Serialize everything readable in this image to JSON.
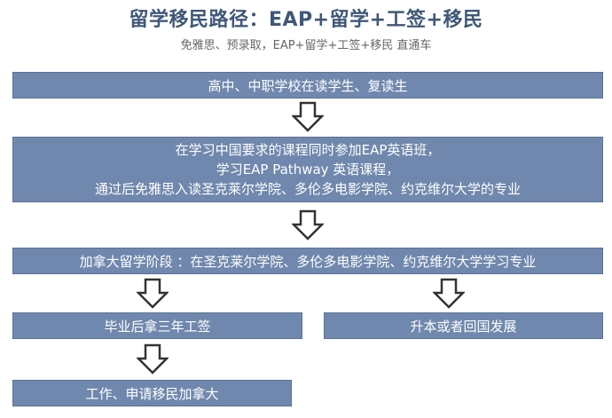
{
  "header": {
    "title": "留学移民路径：EAP+留学+工签+移民",
    "subtitle": "免雅思、预录取，EAP+留学+工签+移民 直通车"
  },
  "steps": {
    "step1": "高中、中职学校在读学生、复读生",
    "step2": {
      "line1": "在学习中国要求的课程同时参加EAP英语班，",
      "line2": "学习EAP Pathway 英语课程，",
      "line3": "通过后免雅思入读圣克莱尔学院、多伦多电影学院、约克维尔大学的专业"
    },
    "step3": "加拿大留学阶段 ：在圣克莱尔学院、多伦多电影学院、约克维尔大学学习专业",
    "branch_left": "毕业后拿三年工签",
    "branch_right": "升本或者回国发展",
    "step_final": "工作、申请移民加拿大"
  },
  "colors": {
    "box_fill": "#7088ad",
    "title_color": "#3f5878"
  },
  "icons": {
    "arrow": "down-arrow-icon"
  }
}
